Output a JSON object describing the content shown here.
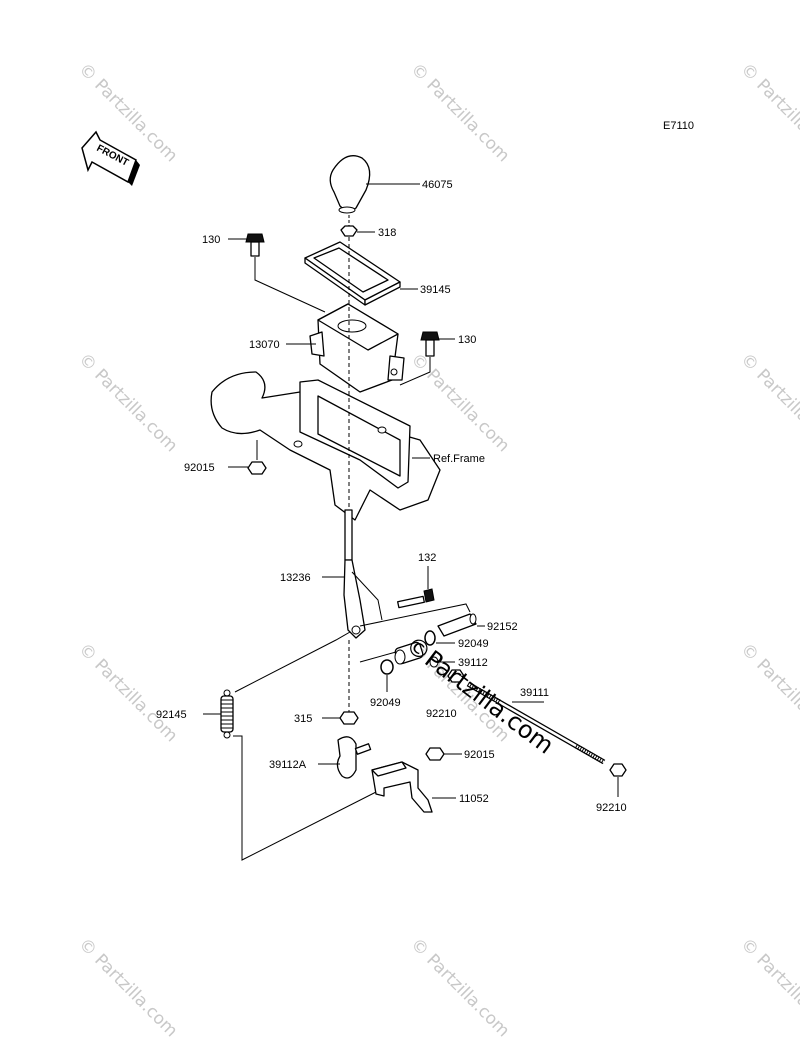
{
  "diagram_code": "E7110",
  "front_label": "FRONT",
  "watermark": "© Partzilla.com",
  "center_watermark": "©Partzilla.com",
  "parts": [
    {
      "id": "p46075",
      "label": "46075"
    },
    {
      "id": "p318",
      "label": "318"
    },
    {
      "id": "p130a",
      "label": "130"
    },
    {
      "id": "p39145",
      "label": "39145"
    },
    {
      "id": "p13070",
      "label": "13070"
    },
    {
      "id": "p130b",
      "label": "130"
    },
    {
      "id": "p92015",
      "label": "92015"
    },
    {
      "id": "pref",
      "label": "Ref.Frame"
    },
    {
      "id": "p132",
      "label": "132"
    },
    {
      "id": "p13236",
      "label": "13236"
    },
    {
      "id": "p92152",
      "label": "92152"
    },
    {
      "id": "p92049a",
      "label": "92049"
    },
    {
      "id": "p39112",
      "label": "39112"
    },
    {
      "id": "p92049b",
      "label": "92049"
    },
    {
      "id": "p92210a",
      "label": "92210"
    },
    {
      "id": "p39111",
      "label": "39111"
    },
    {
      "id": "p92145",
      "label": "92145"
    },
    {
      "id": "p315",
      "label": "315"
    },
    {
      "id": "p39112A",
      "label": "39112A"
    },
    {
      "id": "p92015b",
      "label": "92015"
    },
    {
      "id": "p11052",
      "label": "11052"
    },
    {
      "id": "p92210b",
      "label": "92210"
    }
  ]
}
